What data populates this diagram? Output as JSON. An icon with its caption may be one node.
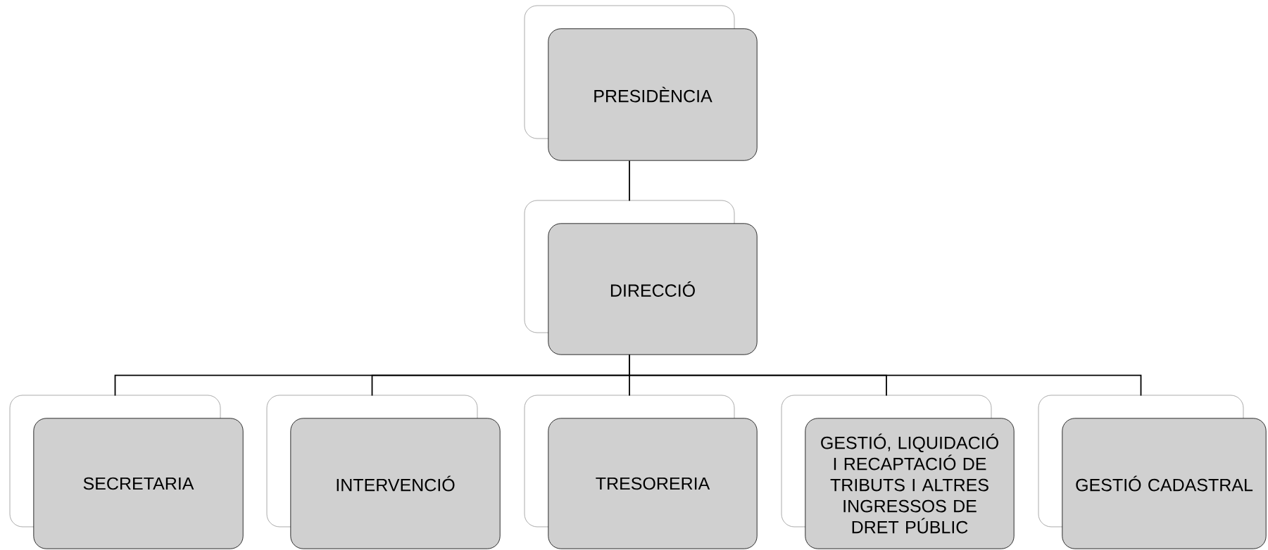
{
  "diagram": {
    "nodes": [
      {
        "text": [
          "PRESIDÈNCIA"
        ]
      },
      {
        "text": [
          "DIRECCIÓ"
        ]
      },
      {
        "text": [
          "SECRETARIA"
        ]
      },
      {
        "text": [
          "INTERVENCIÓ"
        ]
      },
      {
        "text": [
          "TRESORERIA"
        ]
      },
      {
        "text": [
          "GESTIÓ, LIQUIDACIÓ I RECAPTACIÓ DE TRIBUTS I ALTRES INGRESSOS DE DRET PÚBLIC"
        ]
      },
      {
        "text": [
          "GESTIÓ CADASTRAL"
        ]
      }
    ],
    "edges": [
      {
        "from": 0,
        "to": 1,
        "arrow": "none"
      },
      {
        "from": 1,
        "to": 2,
        "arrow": "none"
      },
      {
        "from": 1,
        "to": 3,
        "arrow": "none"
      },
      {
        "from": 1,
        "to": 4,
        "arrow": "none"
      },
      {
        "from": 1,
        "to": 5,
        "arrow": "none"
      },
      {
        "from": 1,
        "to": 6,
        "arrow": "none"
      }
    ]
  }
}
